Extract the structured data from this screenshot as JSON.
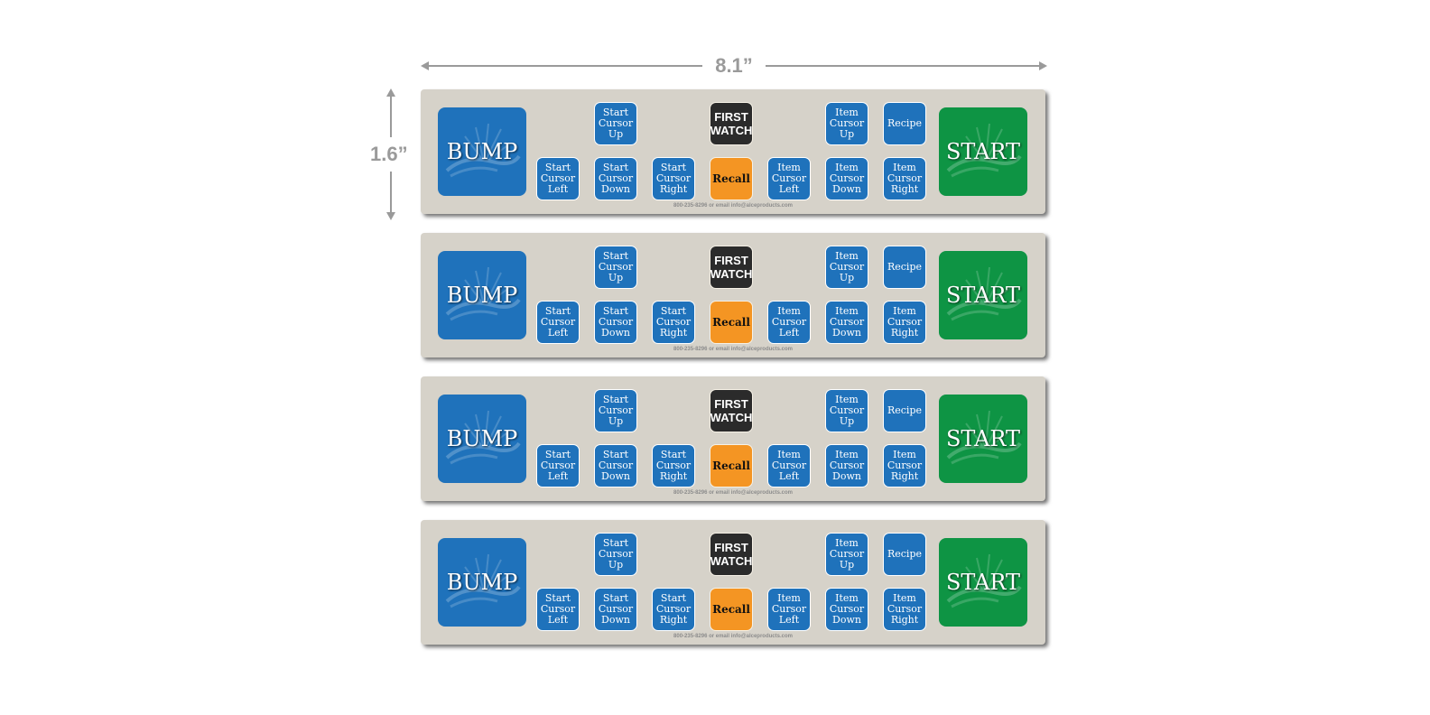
{
  "dimensions": {
    "width_label": "8.1”",
    "height_label": "1.6”"
  },
  "colors": {
    "blue": "#1f72bb",
    "green": "#0e9444",
    "orange": "#f49523",
    "dark": "#2b2b2b",
    "panel": "#d6d2c9"
  },
  "panels": [
    {
      "bump": "BUMP",
      "start": "START",
      "keys": {
        "start_cursor_up": "Start\nCursor\nUp",
        "first_watch": "FIRST\nWATCH",
        "item_cursor_up": "Item\nCursor\nUp",
        "recipe": "Recipe",
        "start_cursor_left": "Start\nCursor\nLeft",
        "start_cursor_down": "Start\nCursor\nDown",
        "start_cursor_right": "Start\nCursor\nRight",
        "recall": "Recall",
        "item_cursor_left": "Item\nCursor\nLeft",
        "item_cursor_down": "Item\nCursor\nDown",
        "item_cursor_right": "Item\nCursor\nRight"
      },
      "footer": "800-235-8296 or email info@alceproducts.com"
    },
    {
      "bump": "BUMP",
      "start": "START",
      "keys": {
        "start_cursor_up": "Start\nCursor\nUp",
        "first_watch": "FIRST\nWATCH",
        "item_cursor_up": "Item\nCursor\nUp",
        "recipe": "Recipe",
        "start_cursor_left": "Start\nCursor\nLeft",
        "start_cursor_down": "Start\nCursor\nDown",
        "start_cursor_right": "Start\nCursor\nRight",
        "recall": "Recall",
        "item_cursor_left": "Item\nCursor\nLeft",
        "item_cursor_down": "Item\nCursor\nDown",
        "item_cursor_right": "Item\nCursor\nRight"
      },
      "footer": "800-235-8296 or email info@alceproducts.com"
    },
    {
      "bump": "BUMP",
      "start": "START",
      "keys": {
        "start_cursor_up": "Start\nCursor\nUp",
        "first_watch": "FIRST\nWATCH",
        "item_cursor_up": "Item\nCursor\nUp",
        "recipe": "Recipe",
        "start_cursor_left": "Start\nCursor\nLeft",
        "start_cursor_down": "Start\nCursor\nDown",
        "start_cursor_right": "Start\nCursor\nRight",
        "recall": "Recall",
        "item_cursor_left": "Item\nCursor\nLeft",
        "item_cursor_down": "Item\nCursor\nDown",
        "item_cursor_right": "Item\nCursor\nRight"
      },
      "footer": "800-235-8296 or email info@alceproducts.com"
    },
    {
      "bump": "BUMP",
      "start": "START",
      "keys": {
        "start_cursor_up": "Start\nCursor\nUp",
        "first_watch": "FIRST\nWATCH",
        "item_cursor_up": "Item\nCursor\nUp",
        "recipe": "Recipe",
        "start_cursor_left": "Start\nCursor\nLeft",
        "start_cursor_down": "Start\nCursor\nDown",
        "start_cursor_right": "Start\nCursor\nRight",
        "recall": "Recall",
        "item_cursor_left": "Item\nCursor\nLeft",
        "item_cursor_down": "Item\nCursor\nDown",
        "item_cursor_right": "Item\nCursor\nRight"
      },
      "footer": "800-235-8296 or email info@alceproducts.com"
    }
  ]
}
